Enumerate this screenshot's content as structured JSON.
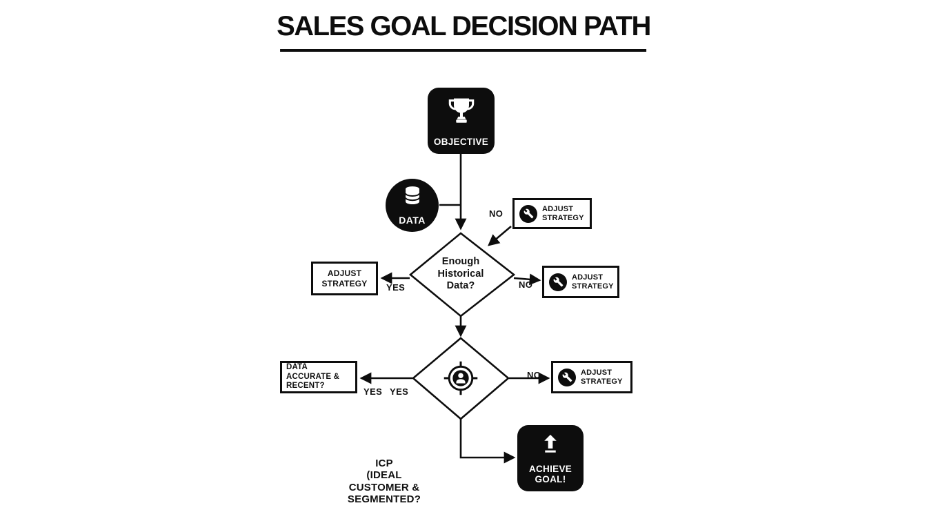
{
  "title": "SALES GOAL DECISION PATH",
  "colors": {
    "ink": "#0d0d0d",
    "paper": "#ffffff"
  },
  "nodes": {
    "objective": {
      "label": "OBJECTIVE",
      "icon": "trophy-icon",
      "shape": "rounded-square"
    },
    "data": {
      "label": "DATA",
      "icon": "database-icon",
      "shape": "circle"
    },
    "adjust_top": {
      "label": "ADJUST STRATEGY",
      "icon": "wrench-icon",
      "shape": "rect"
    },
    "decision_historical": {
      "label": "Enough Historical Data?",
      "shape": "diamond"
    },
    "adjust_left": {
      "label": "ADJUST STRATEGY",
      "shape": "rect"
    },
    "adjust_mid": {
      "label": "ADJUST STRATEGY",
      "icon": "wrench-icon",
      "shape": "rect"
    },
    "decision_target": {
      "label": "",
      "icon": "target-person-icon",
      "shape": "diamond"
    },
    "data_accurate": {
      "label": "DATA ACCURATE & RECENT?",
      "shape": "rect"
    },
    "adjust_bottom": {
      "label": "ADJUST STRATEGY",
      "icon": "wrench-icon",
      "shape": "rect"
    },
    "achieve": {
      "label": "ACHIEVE GOAL!",
      "icon": "up-arrow-icon",
      "shape": "rounded-square"
    },
    "icp_note": {
      "label": "ICP\n(IDEAL\nCUSTOMER &\nSEGMENTED?"
    }
  },
  "edge_labels": {
    "no_top": "NO",
    "yes_level1": "YES",
    "no_level1": "NO",
    "yes_level2_a": "YES",
    "yes_level2_b": "YES",
    "no_level2": "NO"
  }
}
